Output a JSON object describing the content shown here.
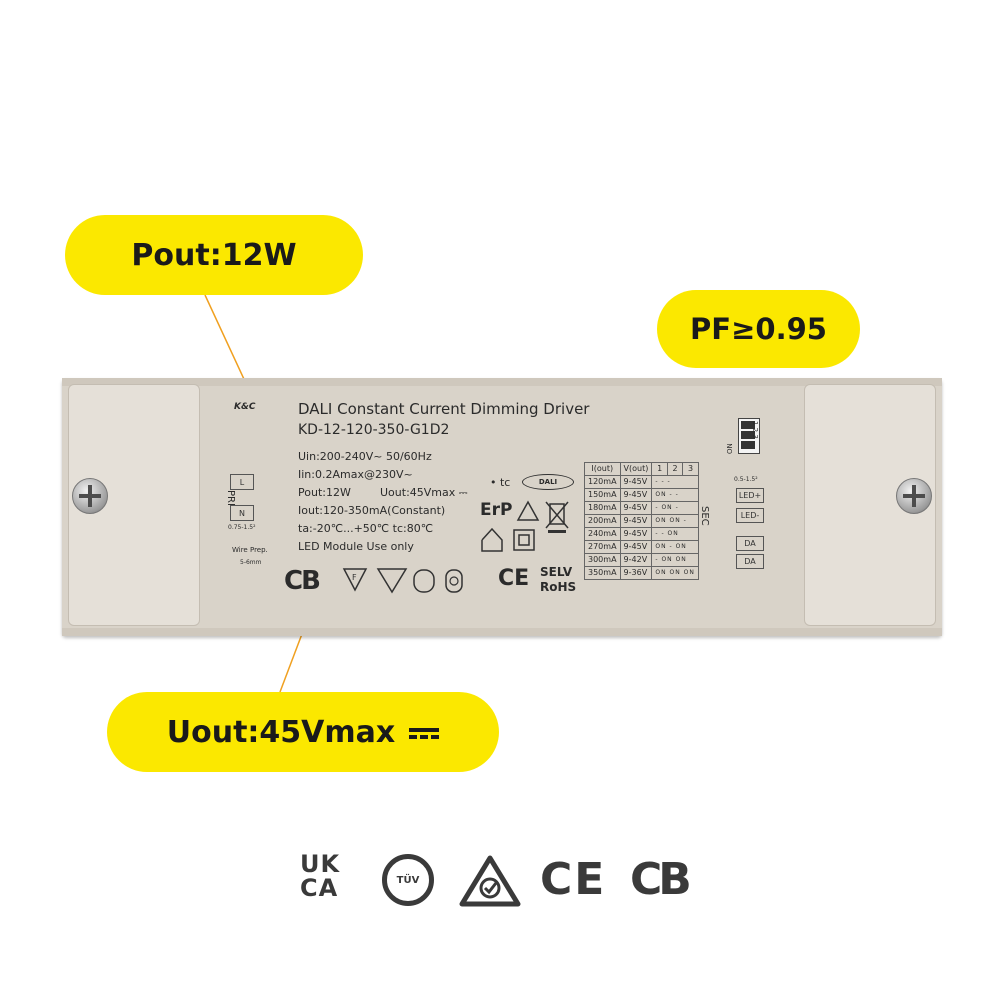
{
  "callouts": {
    "pout": "Pout:12W",
    "pf": "PF≥0.95",
    "uout": "Uout:45Vmax"
  },
  "label": {
    "brand": "K&C",
    "title": "DALI Constant Current Dimming Driver",
    "model": "KD-12-120-350-G1D2",
    "specs": [
      "Uin:200-240V~ 50/60Hz",
      "Iin:0.2Amax@230V~",
      "Pout:12W",
      "Iout:120-350mA(Constant)",
      "ta:-20℃...+50℃ tc:80℃",
      "LED Module Use only"
    ],
    "uout_print": "Uout:45Vmax ⎓",
    "tc_mark": "• tc",
    "dali_badge": "DALI",
    "erp": "ErP",
    "cb_small": "CB",
    "ce_small": "CE",
    "selv": "SELV",
    "rohs": "RoHS",
    "pri_L": "L",
    "pri_N": "N",
    "pri_label": "PRI",
    "wire_size": "0.75-1.5²",
    "wire_prep": "Wire Prep.",
    "strip_mm": "5-6mm",
    "sec_label": "SEC",
    "led_plus": "LED+",
    "led_minus": "LED-",
    "da_1": "DA",
    "da_2": "DA",
    "dip_on": "ON",
    "dip_nums": "1 2 3",
    "wire_size_r": "0.5-1.5²",
    "table": {
      "headers": [
        "I(out)",
        "V(out)",
        "1",
        "2",
        "3"
      ],
      "rows": [
        [
          "120mA",
          "9-45V",
          "- - -"
        ],
        [
          "150mA",
          "9-45V",
          "ON - -"
        ],
        [
          "180mA",
          "9-45V",
          "- ON -"
        ],
        [
          "200mA",
          "9-45V",
          "ON ON -"
        ],
        [
          "240mA",
          "9-45V",
          "- - ON"
        ],
        [
          "270mA",
          "9-45V",
          "ON - ON"
        ],
        [
          "300mA",
          "9-42V",
          "- ON ON"
        ],
        [
          "350mA",
          "9-36V",
          "ON ON ON"
        ]
      ]
    }
  },
  "certifications": {
    "ukca_line1": "UK",
    "ukca_line2": "CA",
    "tuv": "TÜV",
    "ce": "CE",
    "cb": "CB"
  },
  "colors": {
    "callout": "#fbe800",
    "leader_line": "#f0a020",
    "housing": "#d9d3c9"
  }
}
